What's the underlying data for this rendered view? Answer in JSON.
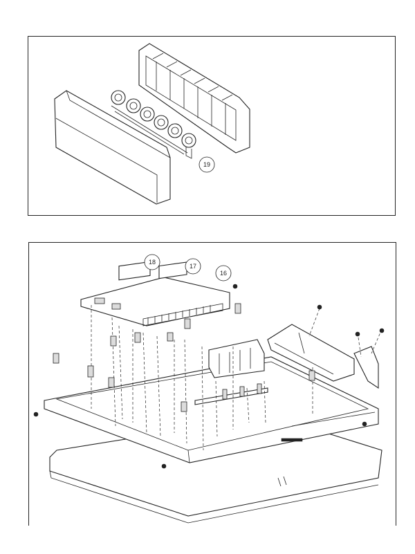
{
  "callouts": {
    "c19": "19",
    "c18": "18",
    "c17": "17",
    "c16": "16"
  }
}
